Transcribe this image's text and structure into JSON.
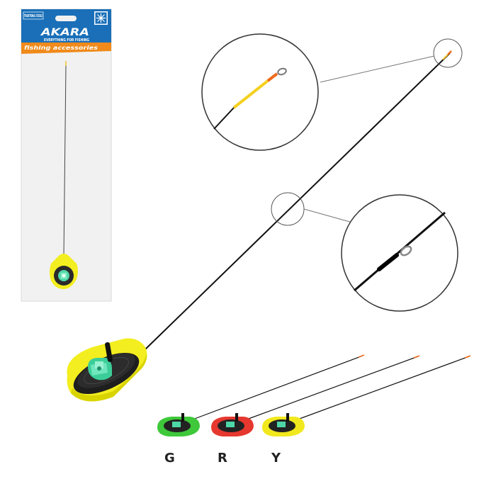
{
  "package": {
    "corner_label": "TRADITIONAL TACKLE",
    "brand": "AKARA",
    "tagline": "EVERYTHING FOR FISHING",
    "product_line": "fishing accessories",
    "badge_icon": "snowflake-icon"
  },
  "variants": [
    {
      "label": "G",
      "color": "#3ec83a"
    },
    {
      "label": "R",
      "color": "#e6382f"
    },
    {
      "label": "Y",
      "color": "#f1e81e"
    }
  ],
  "colors": {
    "package_blue": "#1a6fb8",
    "package_orange": "#f08a1a",
    "reel_yellow": "#f3ee1f",
    "spool_green": "#4bd8a6",
    "rod_black": "#111111"
  }
}
